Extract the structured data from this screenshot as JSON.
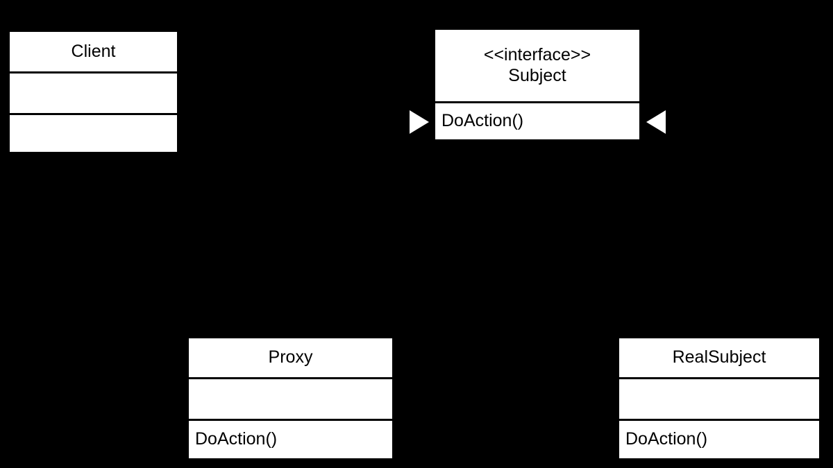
{
  "diagram": {
    "type": "uml-class-diagram",
    "pattern": "Proxy",
    "background_color": "#000000",
    "shape_fill_color": "#ffffff",
    "stroke_color": "#000000",
    "text_color": "#000000",
    "classes": [
      {
        "id": "client",
        "name": "Client",
        "stereotype": "",
        "attributes": [],
        "operations": [],
        "compartment_count": 3
      },
      {
        "id": "subject",
        "name": "Subject",
        "stereotype": "<<interface>>",
        "attributes": [],
        "operations": [
          "DoAction()"
        ],
        "compartment_count": 2
      },
      {
        "id": "proxy",
        "name": "Proxy",
        "stereotype": "",
        "attributes": [],
        "operations": [
          "DoAction()"
        ],
        "compartment_count": 3
      },
      {
        "id": "realsubject",
        "name": "RealSubject",
        "stereotype": "",
        "attributes": [],
        "operations": [
          "DoAction()"
        ],
        "compartment_count": 3
      }
    ],
    "connectors": [
      {
        "id": "proxy-realizes-subject",
        "from": "proxy",
        "to": "subject",
        "arrowhead": "hollow-triangle",
        "arrow_direction": "right",
        "label": ""
      },
      {
        "id": "realsubject-realizes-subject",
        "from": "realsubject",
        "to": "subject",
        "arrowhead": "hollow-triangle",
        "arrow_direction": "left",
        "label": ""
      }
    ]
  }
}
